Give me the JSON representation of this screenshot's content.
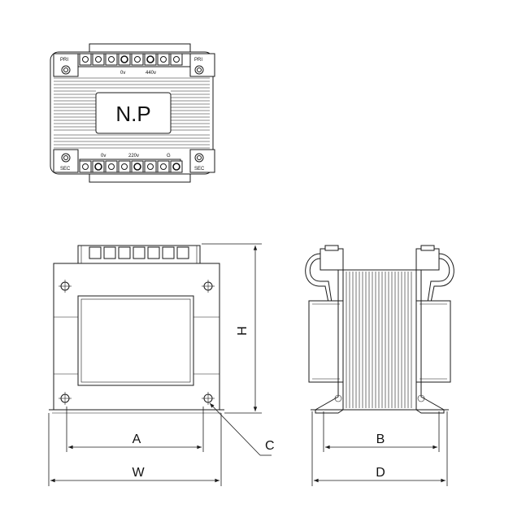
{
  "nameplate": {
    "text": "N.P"
  },
  "terminals": {
    "top_labels": [
      "0v",
      "440v"
    ],
    "bottom_labels": [
      "0v",
      "220v",
      "G"
    ],
    "corner_tags": [
      "PRI",
      "PRI",
      "SEC",
      "SEC"
    ]
  },
  "dimensions": {
    "A": "A",
    "W": "W",
    "H": "H",
    "C": "C",
    "B": "B",
    "D": "D"
  },
  "colors": {
    "line": "#1a1a1a",
    "background": "#ffffff"
  }
}
